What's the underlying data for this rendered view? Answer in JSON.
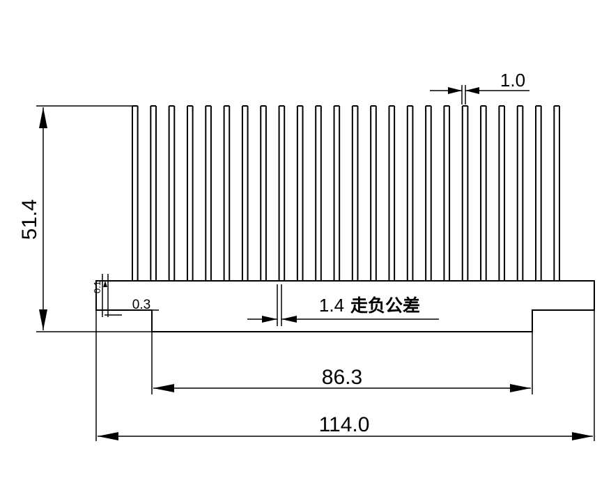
{
  "drawing": {
    "dimensions": {
      "height": "51.4",
      "total_width": "114.0",
      "recess_width": "86.3",
      "fin_thickness": "1.0",
      "fin_gap": "1.4",
      "step_width": "0.3",
      "step_height": "0.1"
    },
    "tolerance_note": "走负公差",
    "fin_count": 24
  }
}
